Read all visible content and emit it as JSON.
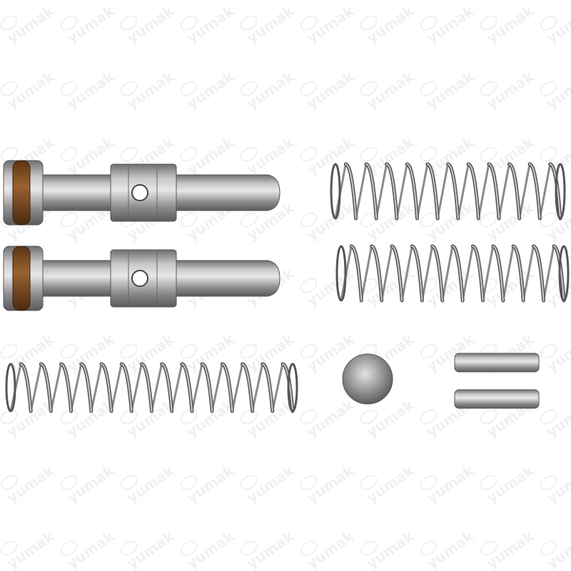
{
  "watermark": {
    "text": "yumak"
  },
  "parts": {
    "pistons": 2,
    "springs": 3,
    "balls": 1,
    "pins": 2
  },
  "colors": {
    "metal": "#9a9a9c",
    "oring": "#7a4a22",
    "background": "#ffffff"
  }
}
